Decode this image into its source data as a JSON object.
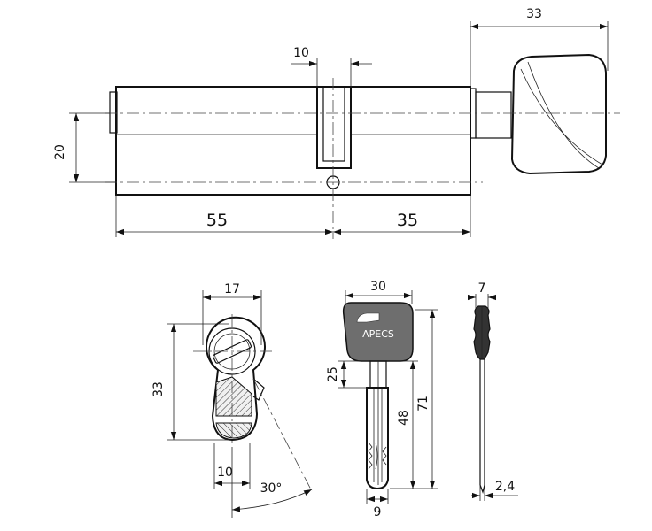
{
  "cylinder_side_view": {
    "dim_total_length": "33",
    "dim_cam_width": "10",
    "dim_height": "20",
    "dim_left": "55",
    "dim_right": "35"
  },
  "cylinder_end_view": {
    "dim_top_width": "17",
    "dim_height": "33",
    "dim_bottom_width": "10",
    "dim_angle": "30°"
  },
  "key_front_view": {
    "brand": "APECS",
    "dim_bow_width": "30",
    "dim_bow_height": "25",
    "dim_blade_length": "48",
    "dim_total_length": "71",
    "dim_blade_width": "9"
  },
  "key_side_view": {
    "dim_bow_thickness": "7",
    "dim_blade_thickness": "2,4"
  },
  "colors": {
    "line": "#111111",
    "hatch_fill": "#dddddd",
    "key_head_fill": "#6e6e6e"
  }
}
